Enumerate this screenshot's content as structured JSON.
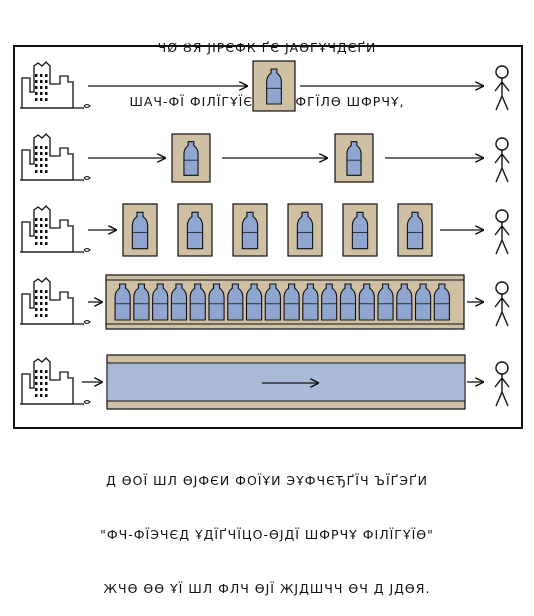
{
  "caption_top": [
    "ЧØ ȢЯ ЈІРЄФК ҐЄ ЈАӨГҰЧДЄҐИ",
    "ШАЧ-ФЇ ФІЛЇГҰЇЄ ҐӠ ЄІФГЇЛӨ ШФРЧҰ,"
  ],
  "caption_bottom": [
    "Д ӨОЇ ШЛ ӨЈФЄИ ФОЇҰИ ЭҰФЧЄЂҐЇЧ ЪЇҐЭҐИ",
    "\"ФЧ-ФЇЭЧЄД ҰДЇҐЧЇЦО-ӨЈДЇ ШФРЧҰ ФІЛЇГҰЇӨ\"",
    "ЖЧӨ ӨӨ ҰЇ ШЛ ФЛЧ ӨЈЇ ЖЈДШЧЧ ӨЧ Д ЈДӨЯ."
  ],
  "colors": {
    "ink": "#111111",
    "water": "#aab9d6",
    "crate": "#cfc0a4",
    "bottle": "#8fa7d0"
  },
  "rows": [
    {
      "id": "row-1",
      "crates": 1,
      "style": "separate"
    },
    {
      "id": "row-2",
      "crates": 2,
      "style": "separate"
    },
    {
      "id": "row-3",
      "crates": 6,
      "style": "separate"
    },
    {
      "id": "row-4",
      "crates": 18,
      "style": "bottle-pipe"
    },
    {
      "id": "row-5",
      "crates": 0,
      "style": "water-pipe"
    }
  ]
}
